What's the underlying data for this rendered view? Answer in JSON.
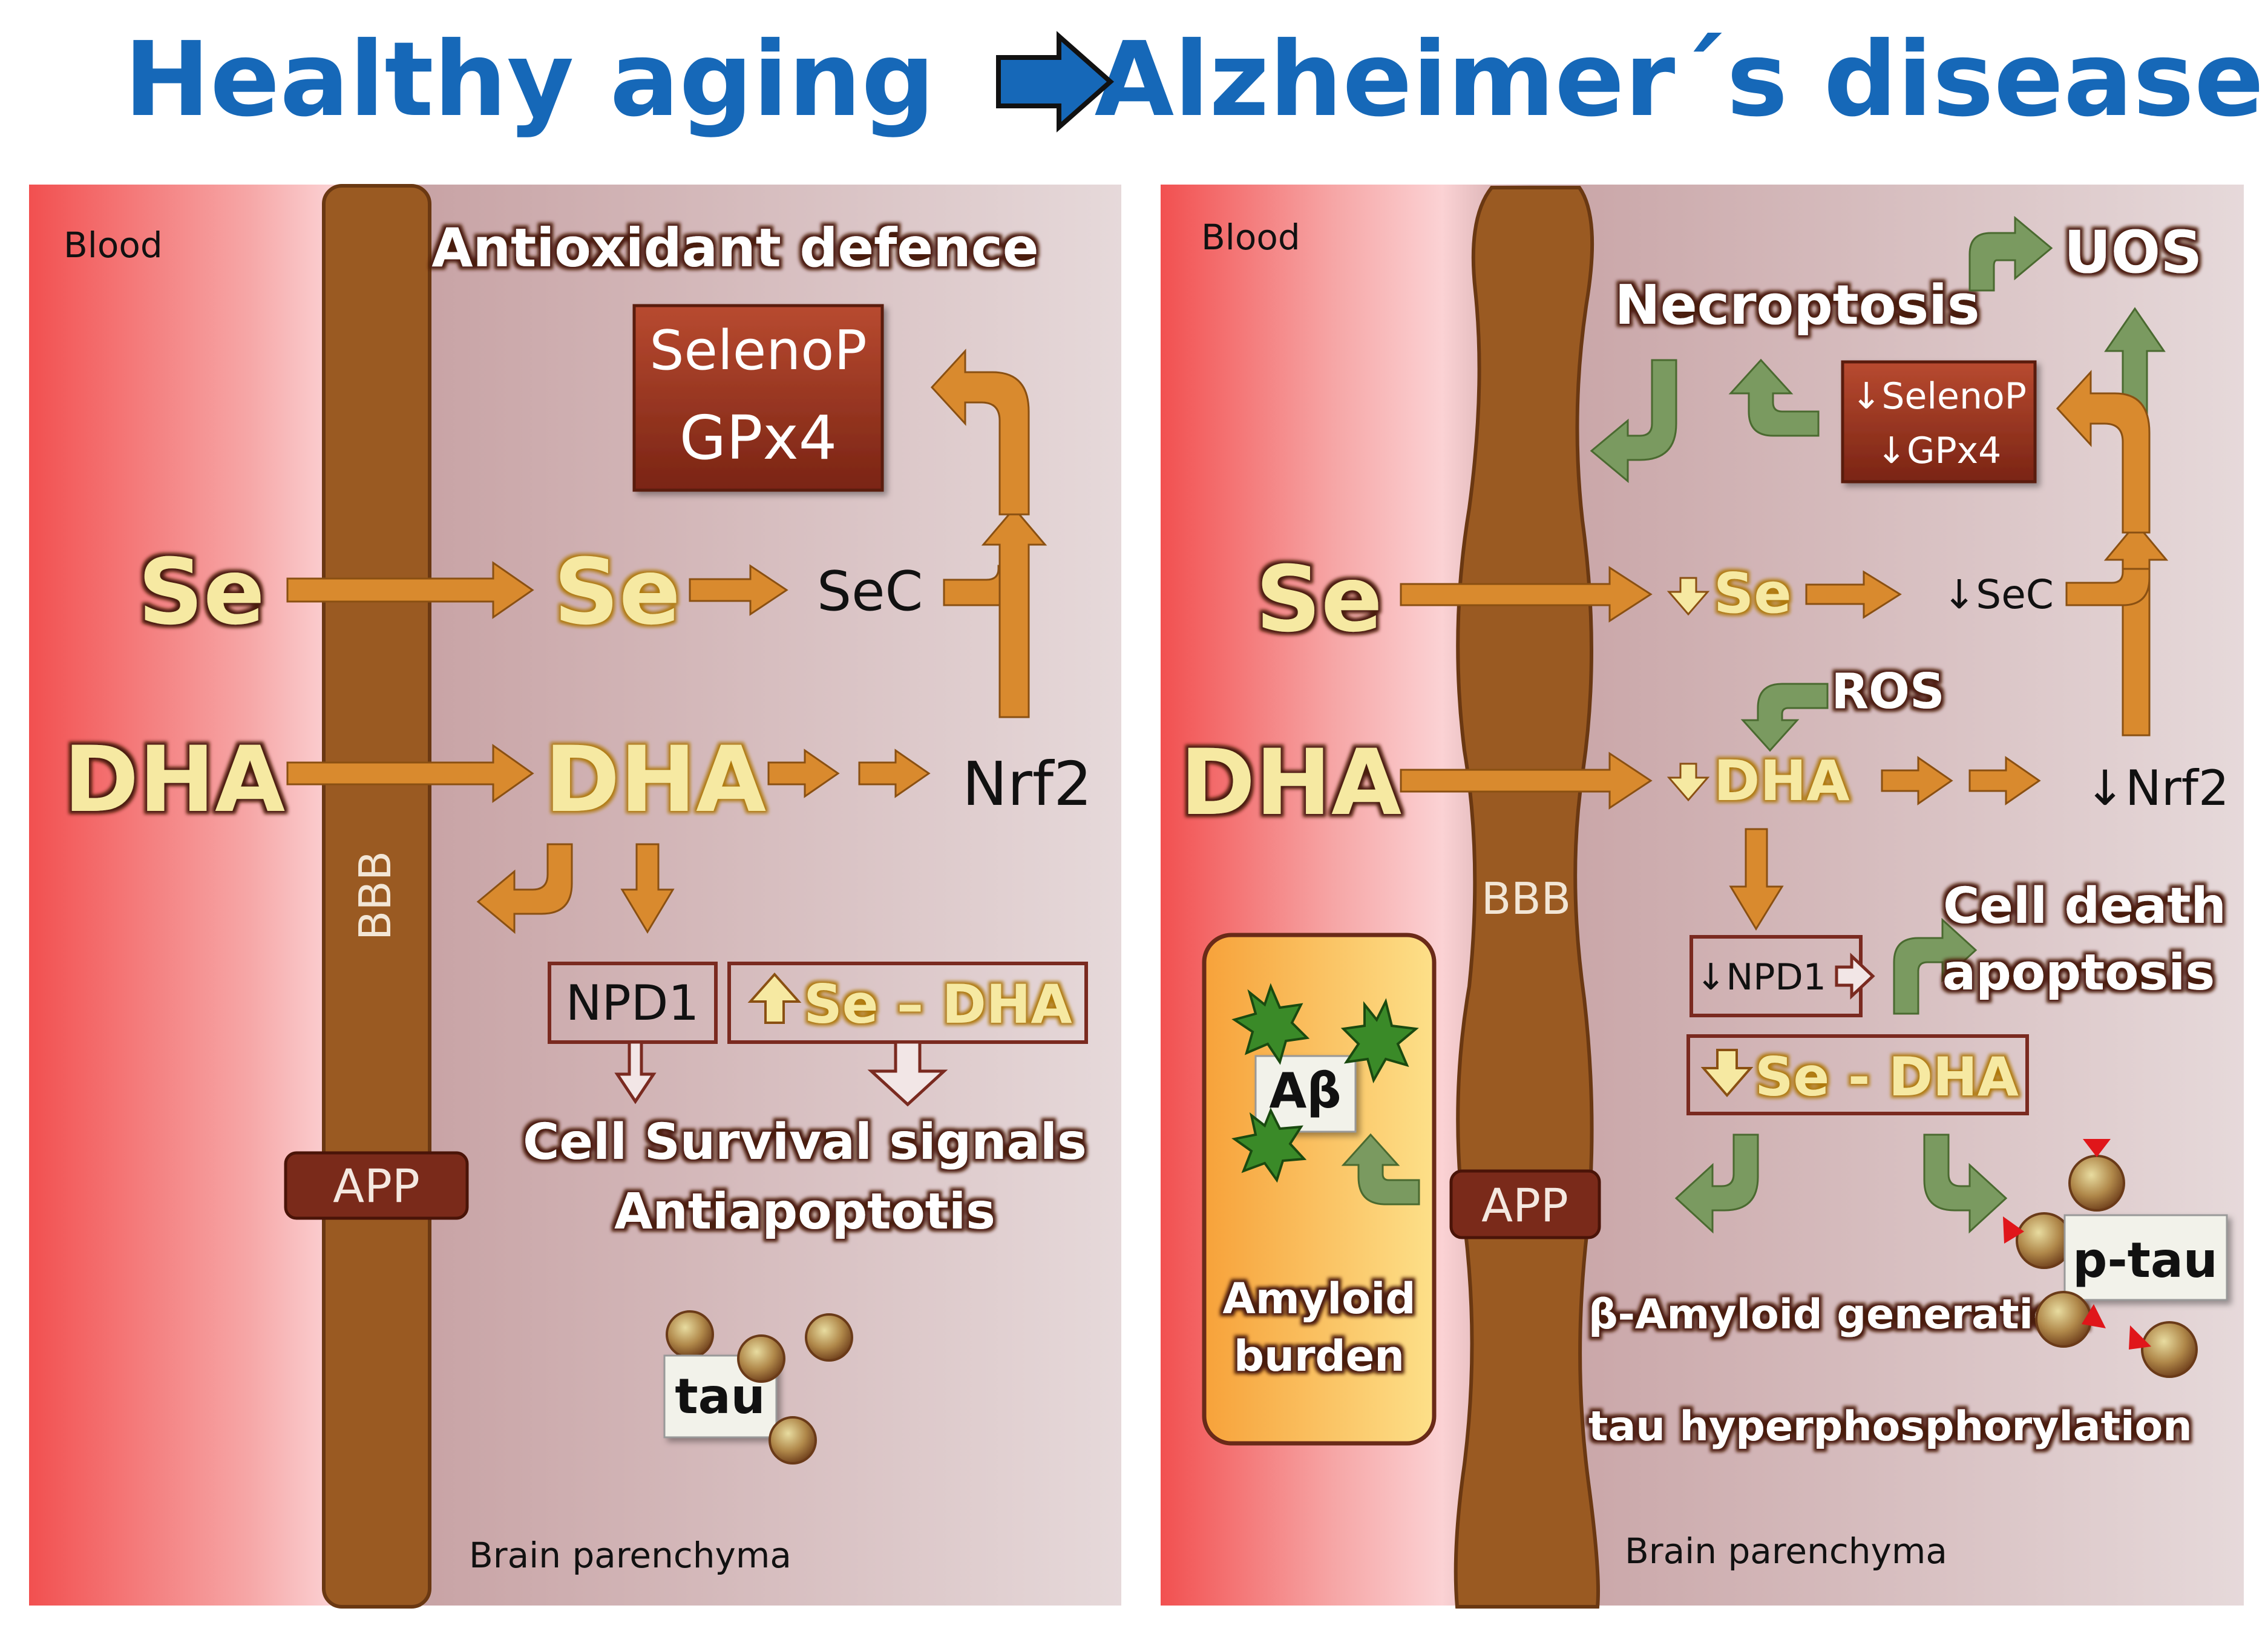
{
  "titles": {
    "left": "Healthy aging",
    "right": "Alzheimer´s disease"
  },
  "colors": {
    "title_blue": "#1668b8",
    "orange_arrow": "#d98a2e",
    "green_arrow": "#7a9a60",
    "bbb_brown": "#9a5a22",
    "box_red": "#8a2a18",
    "se_yellow": "#f6e9a2",
    "label_dark_red": "#7a2a20"
  },
  "left": {
    "blood": "Blood",
    "bbb": "BBB",
    "app": "APP",
    "parenchyma": "Brain parenchyma",
    "antioxidant": "Antioxidant defence",
    "selenop": "SelenoP",
    "gpx4": "GPx4",
    "se_outside": "Se",
    "se_inside": "Se",
    "sec": "SeC",
    "dha_outside": "DHA",
    "dha_inside": "DHA",
    "nrf2": "Nrf2",
    "npd1": "NPD1",
    "se_dha": "Se – DHA",
    "survival1": "Cell Survival signals",
    "survival2": "Antiapoptotis",
    "tau": "tau"
  },
  "right": {
    "blood": "Blood",
    "bbb": "BBB",
    "app": "APP",
    "parenchyma": "Brain parenchyma",
    "necroptosis": "Necroptosis",
    "uos": "UOS",
    "selenop": "↓SelenoP",
    "gpx4": "↓GPx4",
    "se_outside": "Se",
    "se_inside": "Se",
    "sec": "↓SeC",
    "ros": "ROS",
    "dha_outside": "DHA",
    "dha_inside": "DHA",
    "nrf2": "↓Nrf2",
    "npd1": "↓NPD1",
    "cell_death1": "Cell death",
    "cell_death2": "apoptosis",
    "se_dha": "Se - DHA",
    "abeta": "Aβ",
    "amyloid1": "Amyloid",
    "amyloid2": "burden",
    "beta_amyloid": "β-Amyloid  generation",
    "tau_hyper": "tau hyperphosphorylation",
    "ptau": "p-tau"
  }
}
